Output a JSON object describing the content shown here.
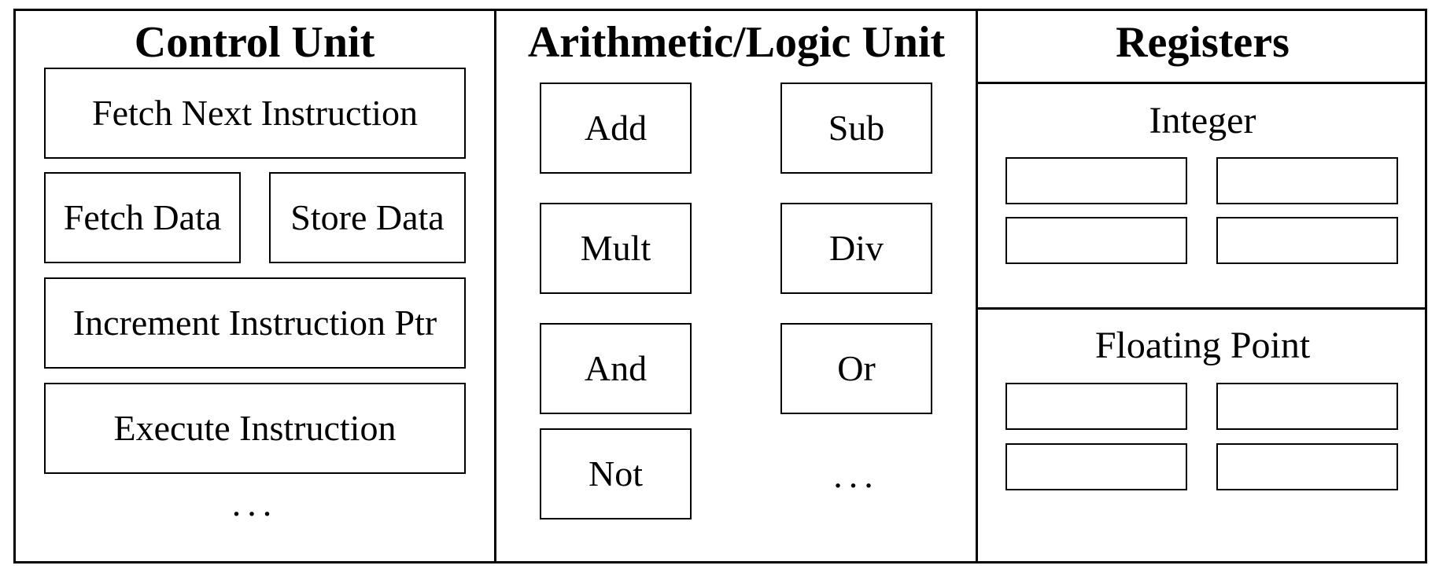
{
  "control_unit": {
    "title": "Control Unit",
    "items": [
      "Fetch Next Instruction",
      "Fetch Data",
      "Store Data",
      "Increment Instruction Ptr",
      "Execute Instruction"
    ],
    "ellipsis": "..."
  },
  "alu": {
    "title": "Arithmetic/Logic Unit",
    "ops": [
      "Add",
      "Sub",
      "Mult",
      "Div",
      "And",
      "Or",
      "Not"
    ],
    "ellipsis": "..."
  },
  "registers": {
    "title": "Registers",
    "integer": {
      "title": "Integer"
    },
    "floating_point": {
      "title": "Floating Point"
    }
  }
}
